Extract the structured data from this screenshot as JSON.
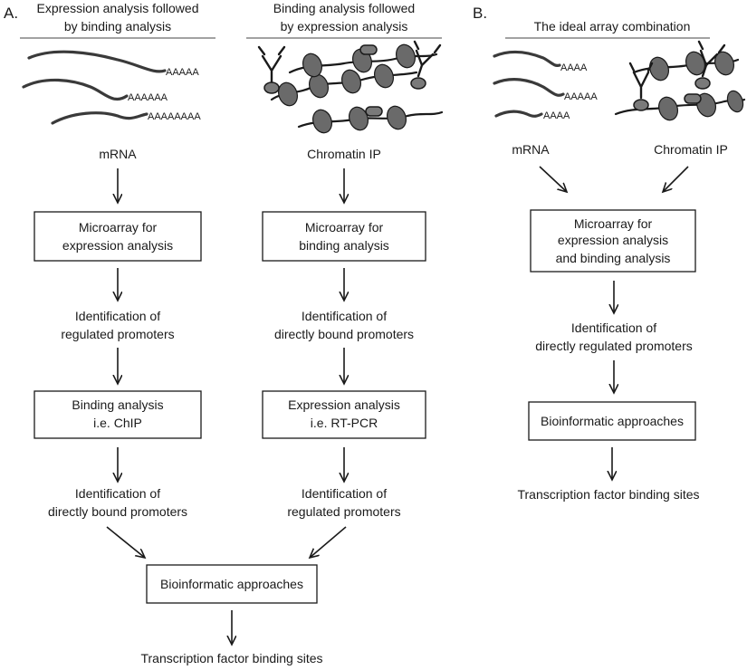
{
  "panel_a": {
    "label": "A.",
    "left": {
      "heading_1": "Expression analysis followed",
      "heading_2": "by binding analysis",
      "polya_1": "AAAAA",
      "polya_2": "AAAAAA",
      "polya_3": "AAAAAAAA",
      "source": "mRNA",
      "box1_line1": "Microarray for",
      "box1_line2": "expression analysis",
      "step1_line1": "Identification of",
      "step1_line2": "regulated promoters",
      "box2_line1": "Binding analysis",
      "box2_line2": "i.e. ChIP",
      "step2_line1": "Identification of",
      "step2_line2": "directly bound promoters"
    },
    "right": {
      "heading_1": "Binding analysis followed",
      "heading_2": "by expression analysis",
      "source": "Chromatin IP",
      "box1_line1": "Microarray for",
      "box1_line2": "binding analysis",
      "step1_line1": "Identification of",
      "step1_line2": "directly bound promoters",
      "box2_line1": "Expression analysis",
      "box2_line2": "i.e. RT-PCR",
      "step2_line1": "Identification of",
      "step2_line2": "regulated promoters"
    },
    "merge_box": "Bioinformatic approaches",
    "result": "Transcription factor binding sites"
  },
  "panel_b": {
    "label": "B.",
    "heading": "The ideal array combination",
    "polya_1": "AAAA",
    "polya_2": "AAAAA",
    "polya_3": "AAAA",
    "source_left": "mRNA",
    "source_right": "Chromatin IP",
    "box1_line1": "Microarray for",
    "box1_line2": "expression analysis",
    "box1_line3": "and binding analysis",
    "step_line1": "Identification of",
    "step_line2": "directly regulated promoters",
    "box2": "Bioinformatic approaches",
    "result": "Transcription factor binding sites"
  }
}
